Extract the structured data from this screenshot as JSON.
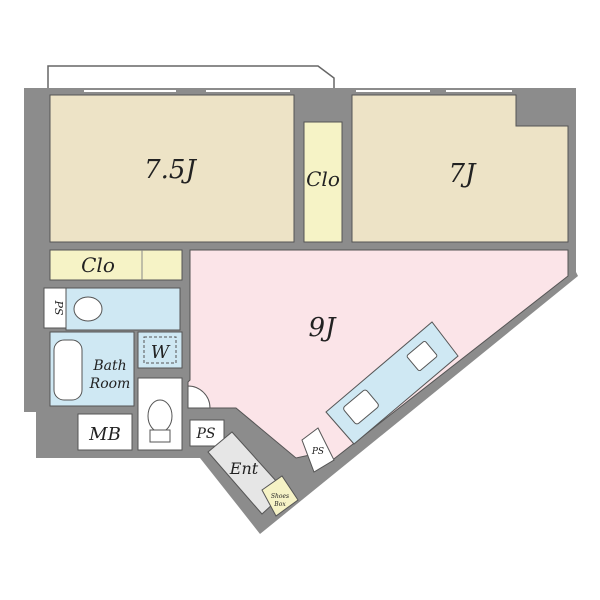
{
  "rooms": {
    "room_left": "7.5J",
    "room_right": "7J",
    "living": "9J",
    "closet_center": "Clo",
    "closet_left": "Clo",
    "bath_line1": "Bath",
    "bath_line2": "Room",
    "washer": "W",
    "mb": "MB",
    "ps_left": "PS",
    "ps_toilet": "PS",
    "ps_kitchen": "PS",
    "entrance": "Ent",
    "shoe_line1": "Shoes",
    "shoe_line2": "Box"
  },
  "colors": {
    "wall": "#8c8c8c",
    "bedroom": "#ede3c6",
    "living": "#fbe4e8",
    "closet": "#f6f3c6",
    "wet": "#cfe8f3",
    "entrance": "#e6e6e6",
    "floor_white": "#ffffff"
  }
}
